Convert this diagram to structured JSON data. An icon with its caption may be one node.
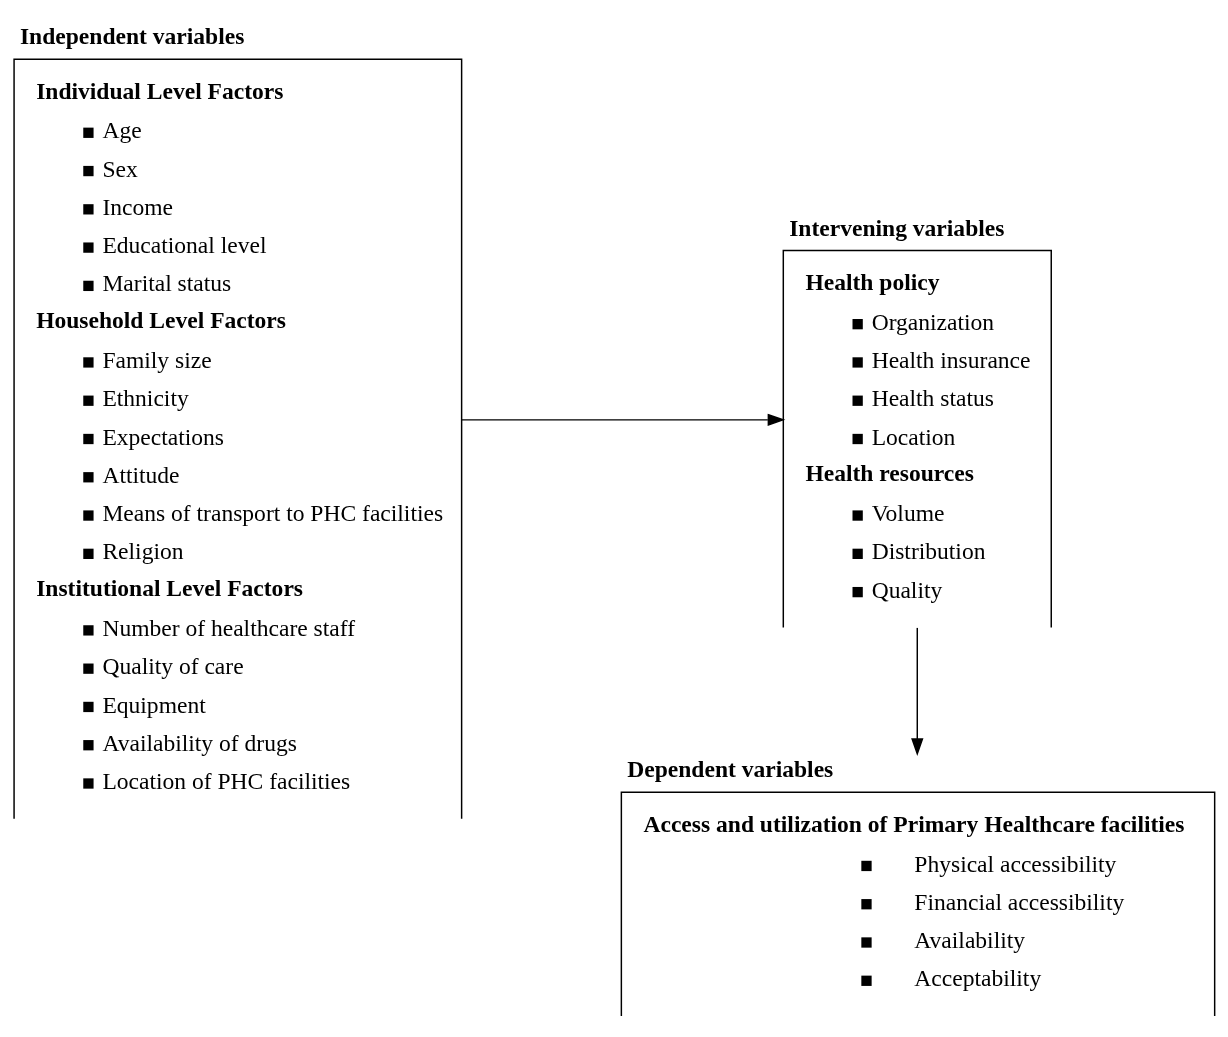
{
  "diagram": {
    "nodes": [
      {
        "text": [
          "Independent variables",
          "Individual Level Factors",
          "Age",
          "Sex",
          "Income",
          "Educational level",
          "Marital status",
          "Household Level Factors",
          "Family size",
          "Ethnicity",
          "Expectations",
          "Attitude",
          "Means of transport to PHC facilities",
          "Religion",
          "Institutional Level Factors",
          "Number of healthcare staff",
          "Quality of care",
          "Equipment",
          "Availability of drugs",
          "Location of PHC facilities"
        ]
      },
      {
        "text": [
          "Intervening variables",
          "Health policy",
          "Organization",
          "Health insurance",
          "Health status",
          "Location",
          "Health resources",
          "Volume",
          "Distribution",
          "Quality"
        ]
      },
      {
        "text": [
          "Dependent variables",
          "Access and utilization of Primary Healthcare facilities",
          "Physical accessibility",
          "Financial accessibility",
          "Availability",
          "Acceptability"
        ]
      }
    ],
    "edges": [
      {
        "from": 0,
        "to": 1,
        "arrow": "to"
      },
      {
        "from": 1,
        "to": 2,
        "arrow": "to"
      }
    ]
  }
}
